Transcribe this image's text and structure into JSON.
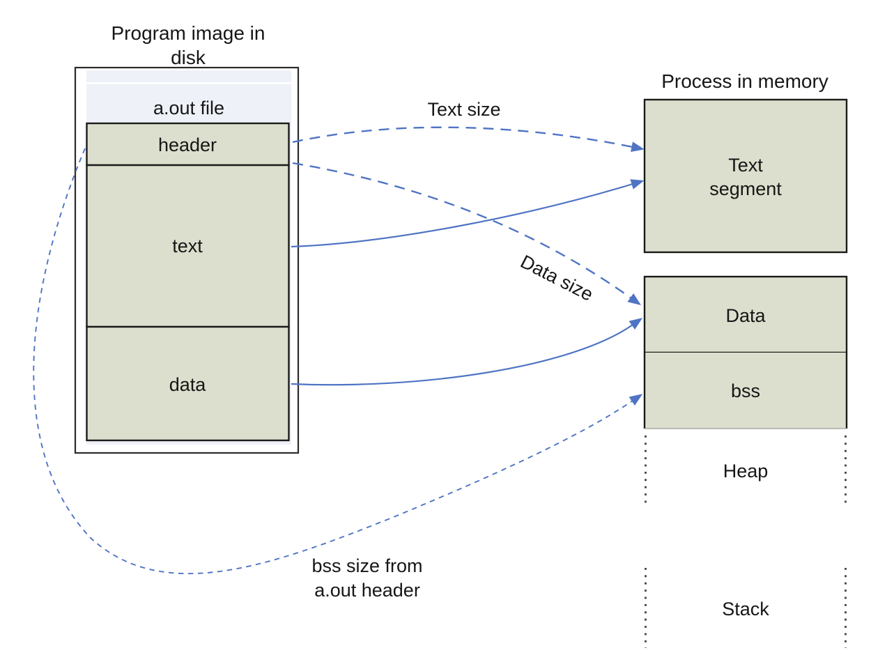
{
  "diagram": {
    "disk": {
      "title_line1": "Program image in",
      "title_line2": "disk",
      "file_label": "a.out file",
      "sections": [
        "header",
        "text",
        "data"
      ]
    },
    "memory": {
      "title": "Process in memory",
      "text_segment_line1": "Text",
      "text_segment_line2": "segment",
      "data_label": "Data",
      "bss_label": "bss",
      "heap_label": "Heap",
      "stack_label": "Stack"
    },
    "arrows": {
      "text_size_label": "Text size",
      "data_size_label": "Data size",
      "bss_size_label_line1": "bss size from",
      "bss_size_label_line2": "a.out header"
    },
    "colors": {
      "arrow_blue": "#4f74c4",
      "section_fill": "#dcdfcd",
      "panel_fill": "#eef1f7",
      "border_dark": "#2b2b2b",
      "guide_dot": "#3d3d3d"
    }
  }
}
